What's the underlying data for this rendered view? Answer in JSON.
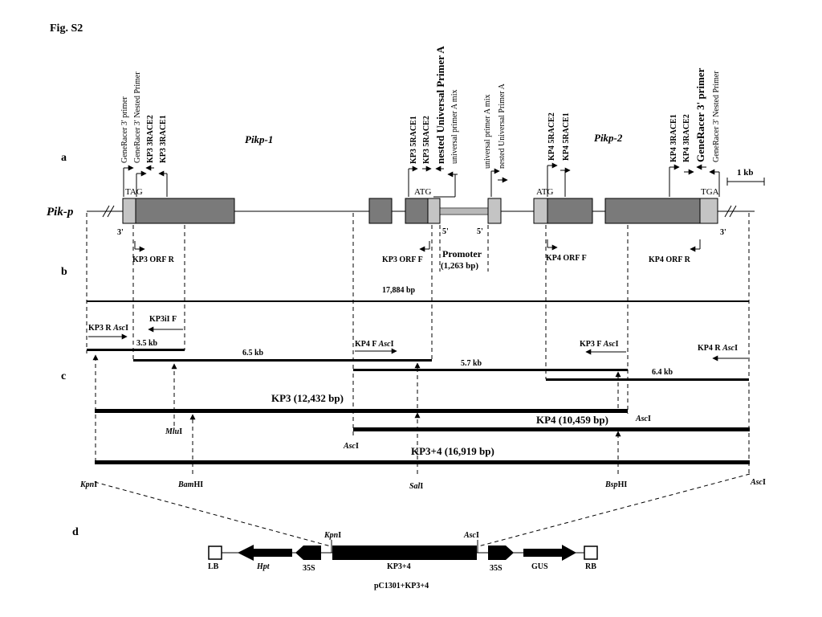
{
  "figure": {
    "label": "Fig. S2"
  },
  "panels": {
    "a": "a",
    "b": "b",
    "c": "c",
    "d": "d"
  },
  "panel_a": {
    "locus": "Pik-p",
    "gene1": "Pikp-1",
    "gene2": "Pikp-2",
    "scale": "1 kb",
    "primers_left": [
      "GeneRacer 3' primer",
      "GeneRacer 3' Nested Primer",
      "KP3 3RACE2",
      "KP3 3RACE1"
    ],
    "primers_mid": [
      "KP3 5RACE1",
      "KP3 5RACE2",
      "nested Universal Primer A",
      "universal primer A mix"
    ],
    "primers_mid2": [
      "universal primer A mix",
      "nested Universal Primer A"
    ],
    "primers_kp4_5": [
      "KP4 5RACE2",
      "KP4 5RACE1"
    ],
    "primers_right": [
      "KP4 3RACE1",
      "KP4 3RACE2",
      "GeneRacer 3' primer",
      "GeneRacer 3' Nested Primer"
    ],
    "codons": {
      "tag": "TAG",
      "atg1": "ATG",
      "atg2": "ATG",
      "tga": "TGA"
    },
    "ends": {
      "left3": "3'",
      "mid5a": "5'",
      "mid5b": "5'",
      "right3": "3'"
    },
    "orf": {
      "kp3r": "KP3 ORF R",
      "kp3f": "KP3 ORF F",
      "kp4f": "KP4 ORF F",
      "kp4r": "KP4 ORF R"
    },
    "promoter": {
      "label": "Promoter",
      "size": "(1,263 bp)"
    }
  },
  "panel_b": {
    "total": "17,884 bp",
    "kp3r_asc": {
      "pre": "KP3 R ",
      "site": "Asc",
      "suf": "I"
    },
    "kp3il": "KP3iI F",
    "kp4f_asc": {
      "pre": "KP4 F ",
      "site": "Asc",
      "suf": "I"
    },
    "kp3f_asc": {
      "pre": "KP3 F ",
      "site": "Asc",
      "suf": "I"
    },
    "kp4r_asc": {
      "pre": "KP4 R ",
      "site": "Asc",
      "suf": "I"
    },
    "frag1": "3.5 kb",
    "frag2": "6.5 kb",
    "frag3": "5.7 kb",
    "frag4": "6.4 kb"
  },
  "panel_c": {
    "kp3": "KP3 (12,432 bp)",
    "kp4": "KP4 (10,459 bp)",
    "kp34": "KP3+4 (16,919 bp)",
    "sites": {
      "kpn": {
        "it": "Kpn",
        "suf": "I"
      },
      "bam": {
        "it": "Bam",
        "suf": "HI"
      },
      "mlu": {
        "it": "Mlu",
        "suf": "I"
      },
      "sal": {
        "it": "Sal",
        "suf": "I"
      },
      "bsp": {
        "it": "Bsp",
        "suf": "HI"
      },
      "asc_end": {
        "it": "Asc",
        "suf": "I"
      },
      "asc_kp4l": {
        "it": "Asc",
        "suf": "I"
      },
      "asc_kp3r": {
        "it": "Asc",
        "suf": "I"
      }
    }
  },
  "panel_d": {
    "lb": "LB",
    "rb": "RB",
    "hpt": "Hpt",
    "p35s_left": "35S",
    "p35s_right": "35S",
    "insert": "KP3+4",
    "gus": "GUS",
    "kpn": {
      "it": "Kpn",
      "suf": "I"
    },
    "asc": {
      "it": "Asc",
      "suf": "I"
    },
    "vector": "pC1301+KP3+4"
  }
}
